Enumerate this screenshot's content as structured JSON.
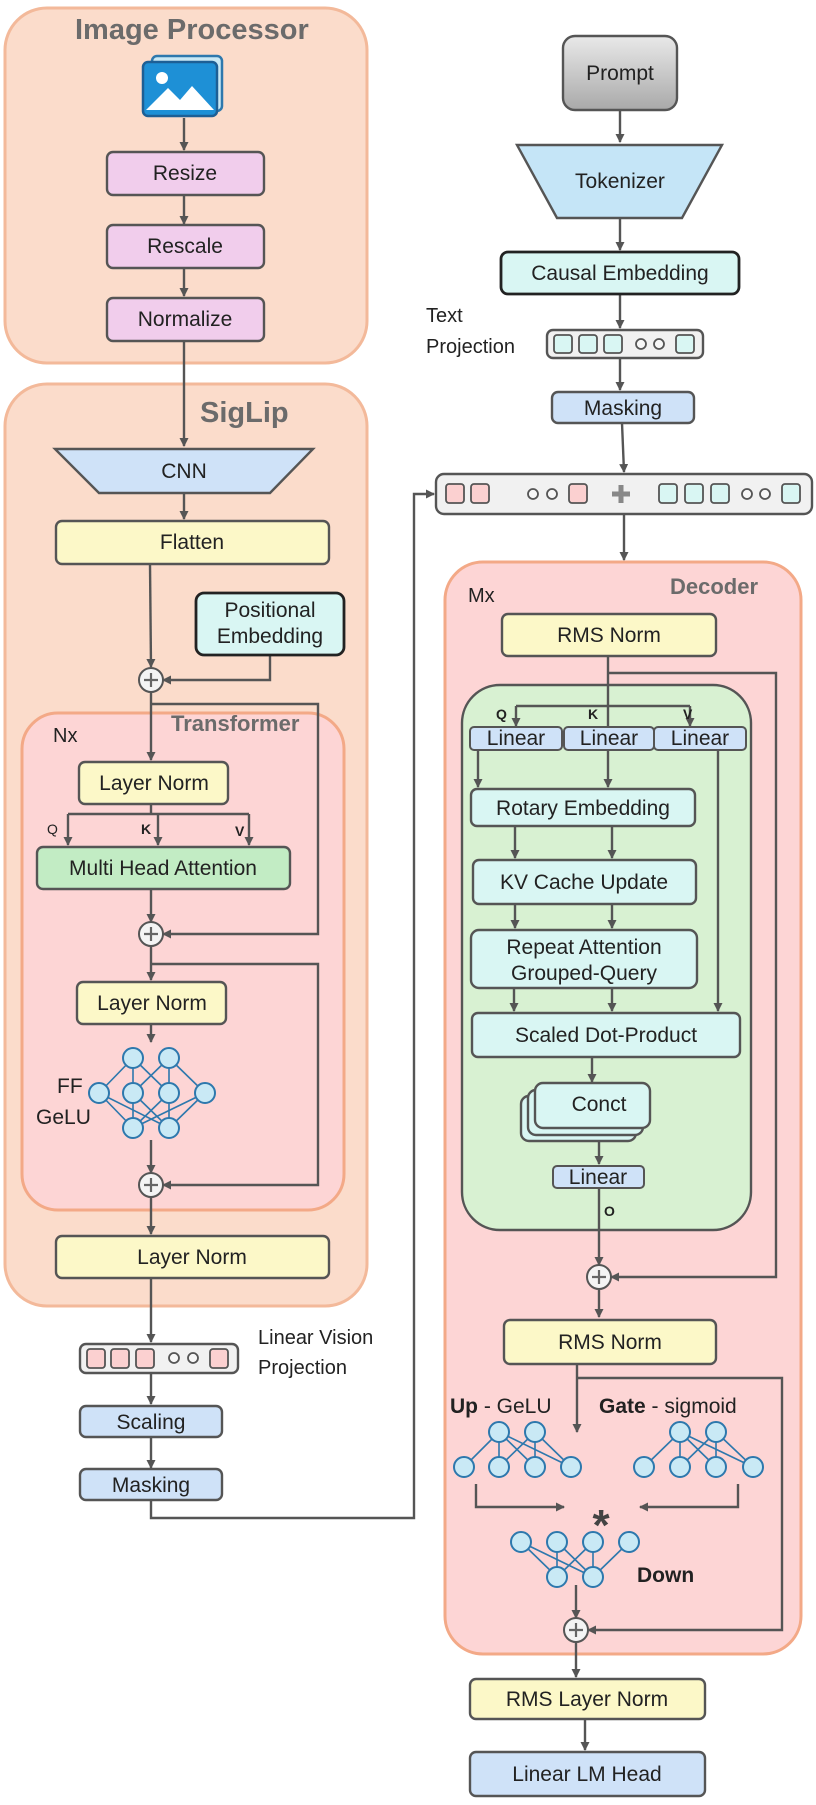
{
  "image_processor": {
    "title": "Image Processor",
    "steps": [
      "Resize",
      "Rescale",
      "Normalize"
    ]
  },
  "siglip": {
    "title": "SigLip",
    "cnn": "CNN",
    "flatten": "Flatten",
    "positional_embedding": [
      "Positional",
      "Embedding"
    ],
    "final_layer_norm": "Layer Norm",
    "transformer": {
      "title": "Transformer",
      "repeat": "Nx",
      "layer_norm_1": "Layer Norm",
      "attention": "Multi Head Attention",
      "layer_norm_2": "Layer Norm",
      "ff_label": [
        "FF",
        "GeLU"
      ],
      "q": "Q",
      "k": "K",
      "v": "V"
    }
  },
  "vision_projection": {
    "label": [
      "Linear Vision",
      "Projection"
    ],
    "scaling": "Scaling",
    "masking": "Masking"
  },
  "text_branch": {
    "prompt": "Prompt",
    "tokenizer": "Tokenizer",
    "causal_embedding": "Causal Embedding",
    "projection_label": [
      "Text",
      "Projection"
    ],
    "masking": "Masking"
  },
  "decoder": {
    "title": "Decoder",
    "repeat": "Mx",
    "rms_norm_1": "RMS Norm",
    "q": "Q",
    "k": "K",
    "v": "V",
    "o": "O",
    "linear": "Linear",
    "rotary": "Rotary Embedding",
    "kv_cache": "KV Cache Update",
    "repeat_attention": [
      "Repeat Attention",
      "Grouped-Query"
    ],
    "scaled_dot": "Scaled Dot-Product",
    "concat": "Conct",
    "linear_out": "Linear",
    "rms_norm_2": "RMS Norm",
    "up_bold": "Up",
    "up_rest": " - GeLU",
    "gate_bold": "Gate",
    "gate_rest": " - sigmoid",
    "star": "*",
    "down": "Down"
  },
  "head": {
    "rms_layer_norm": "RMS Layer Norm",
    "lm_head": "Linear LM Head"
  },
  "colors": {
    "peach_panel": "#fbdccb",
    "peach_border": "#f3b99a",
    "pink_panel": "#fdd5d5",
    "green_panel": "#d8f1d2",
    "purple_box": "#f1cdec",
    "blue_box": "#cfe2f8",
    "yellow_box": "#fcf8c8",
    "cyan_box": "#d9f6f3",
    "green_box": "#c2ecc4",
    "prompt_grey": "#b5b5b5"
  }
}
